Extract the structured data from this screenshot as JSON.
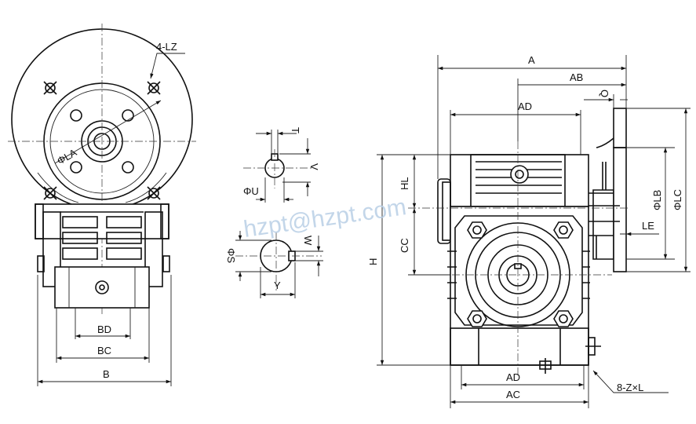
{
  "watermark": "hzpt@hzpt.com",
  "labels": {
    "lz": "4-LZ",
    "la": "ΦLA",
    "b": "B",
    "bc": "BC",
    "bd": "BD",
    "t": "T",
    "v": "V",
    "u": "ΦU",
    "w": "W",
    "s": "ΦS",
    "y": "Y",
    "a": "A",
    "ab": "AB",
    "q": "Q",
    "ad_top": "AD",
    "hl": "HL",
    "cc": "CC",
    "h": "H",
    "lb": "ΦLB",
    "lc": "ΦLC",
    "le": "LE",
    "ad_bottom": "AD",
    "ac": "AC",
    "zl": "8-Z×L"
  },
  "colors": {
    "line": "#111111",
    "watermark": "#b9cfe6",
    "background": "#ffffff"
  }
}
